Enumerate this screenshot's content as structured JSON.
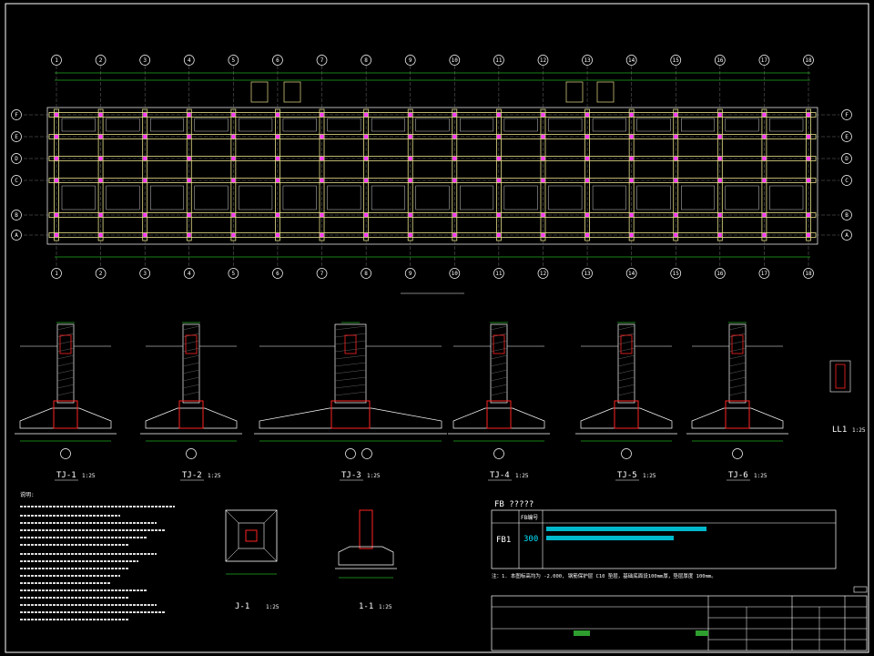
{
  "plan": {
    "axes_top": [
      "1",
      "2",
      "3",
      "4",
      "5",
      "6",
      "7",
      "8",
      "9",
      "10",
      "11",
      "12",
      "13",
      "14",
      "15",
      "16",
      "17",
      "18"
    ],
    "axes_rows": [
      "F",
      "E",
      "D",
      "C",
      "B",
      "A"
    ]
  },
  "sections": [
    {
      "label": "TJ-1",
      "scale": "1:25"
    },
    {
      "label": "TJ-2",
      "scale": "1:25"
    },
    {
      "label": "TJ-3",
      "scale": "1:25"
    },
    {
      "label": "TJ-4",
      "scale": "1:25"
    },
    {
      "label": "TJ-5",
      "scale": "1:25"
    },
    {
      "label": "TJ-6",
      "scale": "1:25"
    },
    {
      "label": "LL1",
      "scale": "1:25"
    }
  ],
  "details": {
    "j1": {
      "label": "J-1",
      "scale": "1:25"
    },
    "j1s": {
      "label": "1-1",
      "scale": "1:25"
    }
  },
  "table": {
    "title": "FB ?????",
    "col_header": "FB编号",
    "id": "FB1",
    "value": "300",
    "note": "注：1. 本图标高均为 -2.000, 钢筋保护层 C10 垫层，基础底面设100mm厚，垫层厚度 100mm。"
  },
  "notes_title": "说明:",
  "colors": {
    "bg": "#000000",
    "yellow": "#e8e08a",
    "magenta": "#ff3cff",
    "green": "#33ff33",
    "cyan": "#00e5ff",
    "red": "#ff2222"
  }
}
